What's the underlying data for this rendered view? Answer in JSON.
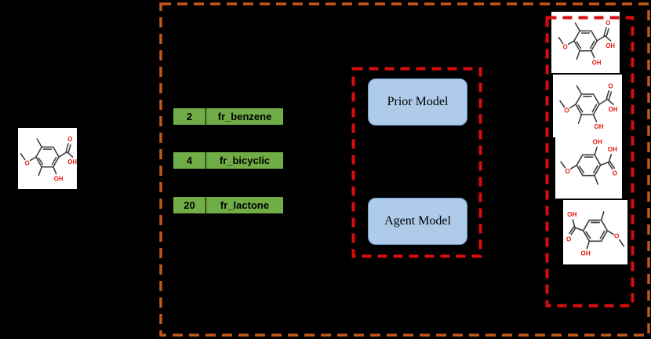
{
  "colors": {
    "background": "#000000",
    "outerBorder": "#C2571A",
    "innerBorder": "#D90D0D",
    "tableGreen": "#70AD47",
    "modelFill": "#AECBE9",
    "modelBorder": "#6F9FD0",
    "bond": "#3F3F3F",
    "atomRed": "#E8190C"
  },
  "molecule_labels": {
    "oxygen": "O",
    "hydroxyl": "OH"
  },
  "descriptor_table": {
    "rows": [
      {
        "count": "2",
        "name": "fr_benzene"
      },
      {
        "count": "4",
        "name": "fr_bicyclic"
      },
      {
        "count": "20",
        "name": "fr_lactone"
      }
    ]
  },
  "models": {
    "prior": "Prior Model",
    "agent": "Agent Model"
  }
}
